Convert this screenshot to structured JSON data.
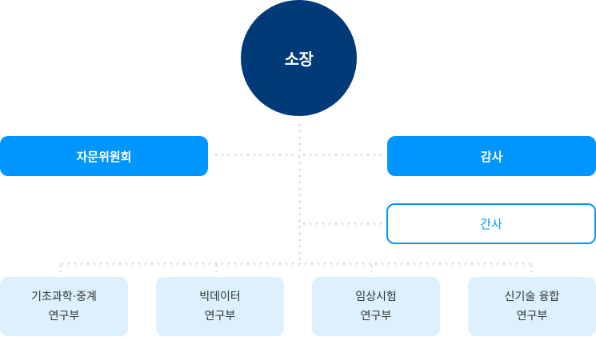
{
  "colors": {
    "director_bg": "#003a78",
    "primary": "#0096ff",
    "dept_bg": "#dcf0fd",
    "connector": "#d0d3d8"
  },
  "director": {
    "label": "소장"
  },
  "advisory": {
    "label": "자문위원회"
  },
  "auditor": {
    "label": "감사"
  },
  "secretary": {
    "label": "간사"
  },
  "departments": [
    {
      "line1": "기초과학·중계",
      "line2": "연구부"
    },
    {
      "line1": "빅데이터",
      "line2": "연구부"
    },
    {
      "line1": "임상시험",
      "line2": "연구부"
    },
    {
      "line1": "신기술 융합",
      "line2": "연구부"
    }
  ]
}
